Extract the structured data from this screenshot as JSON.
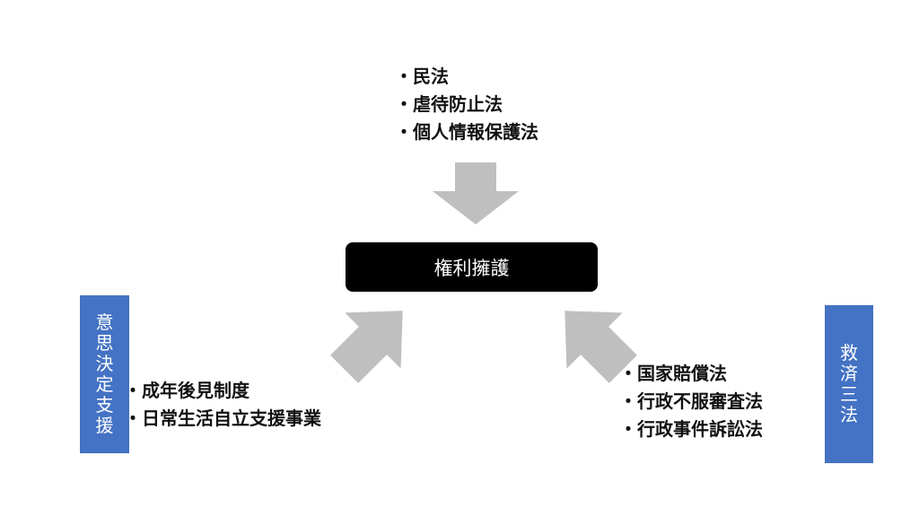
{
  "top_list": [
    "民法",
    "虐待防止法",
    "個人情報保護法"
  ],
  "center_box": {
    "label": "権利擁護"
  },
  "left_label": {
    "chars": [
      "意",
      "思",
      "決",
      "定",
      "支",
      "援"
    ]
  },
  "left_list": [
    "成年後見制度",
    "日常生活自立支援事業"
  ],
  "right_label": {
    "chars": [
      "救",
      "済",
      "三",
      "法"
    ]
  },
  "right_list": [
    "国家賠償法",
    "行政不服審査法",
    "行政事件訴訟法"
  ],
  "colors": {
    "arrow": "#bfbfbf",
    "label_bg": "#4472c4",
    "center_bg": "#000000"
  }
}
